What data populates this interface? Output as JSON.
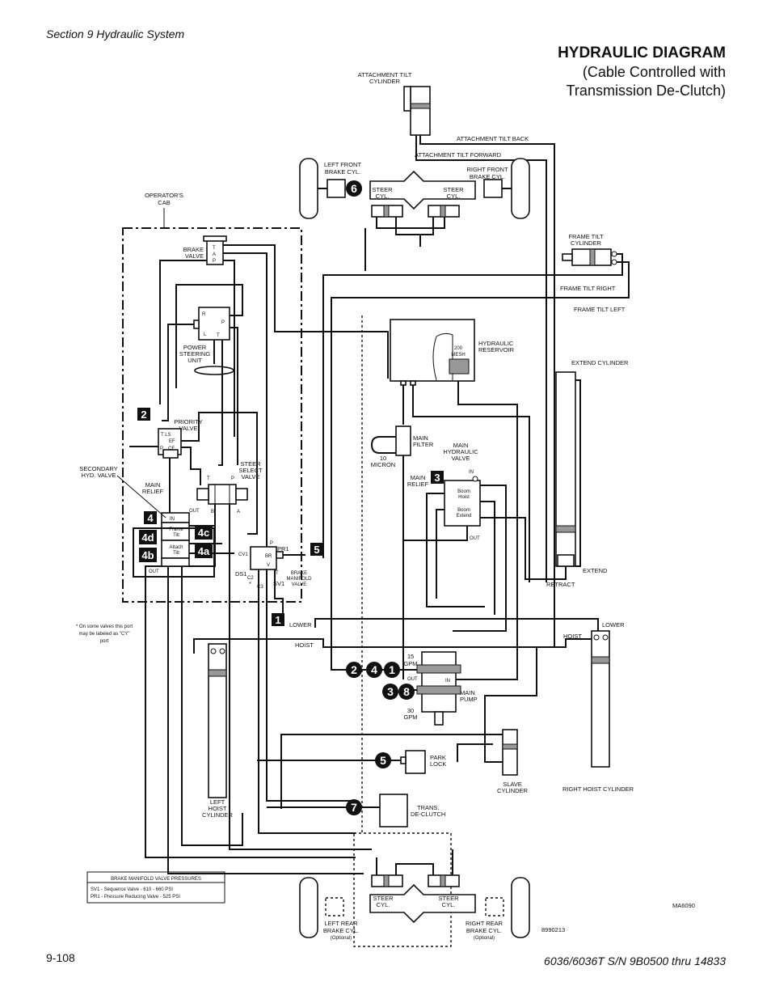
{
  "header": {
    "section": "Section 9    Hydraulic System",
    "title": "HYDRAULIC DIAGRAM",
    "subtitle_line1": "(Cable Controlled with",
    "subtitle_line2": "Transmission De-Clutch)"
  },
  "footer": {
    "page_number": "9-108",
    "model": "6036/6036T S/N 9B0500 thru 14833"
  },
  "labels": {
    "attachment_tilt_cylinder_1": "ATTACHMENT TILT",
    "attachment_tilt_cylinder_2": "CYLINDER",
    "attachment_tilt_back": "ATTACHMENT TILT BACK",
    "attachment_tilt_forward": "ATTACHMENT TILT FORWARD",
    "left_front_brake_1": "LEFT FRONT",
    "left_front_brake_2": "BRAKE CYL.",
    "right_front_brake_1": "RIGHT FRONT",
    "right_front_brake_2": "BRAKE CYL.",
    "steer_cyl_a": "STEER",
    "steer_cyl_b": "CYL.",
    "operators_cab_1": "OPERATOR'S",
    "operators_cab_2": "CAB",
    "brake_valve_1": "BRAKE",
    "brake_valve_2": "VALVE",
    "frame_tilt_cyl_1": "FRAME TILT",
    "frame_tilt_cyl_2": "CYLINDER",
    "frame_tilt_right": "FRAME TILT RIGHT",
    "frame_tilt_left": "FRAME TILT LEFT",
    "power_steering_1": "POWER",
    "power_steering_2": "STEERING",
    "power_steering_3": "UNIT",
    "hyd_reservoir_1": "HYDRAULIC",
    "hyd_reservoir_2": "RESERVOIR",
    "mesh_1": "200",
    "mesh_2": "MESH",
    "extend_cylinder": "EXTEND CYLINDER",
    "priority_valve_1": "PRIORITY",
    "priority_valve_2": "VALVE",
    "main_filter_1": "MAIN",
    "main_filter_2": "FILTER",
    "micron_1": "10",
    "micron_2": "MICRON",
    "main_hyd_valve_1": "MAIN",
    "main_hyd_valve_2": "HYDRAULIC",
    "main_hyd_valve_3": "VALVE",
    "secondary_valve_1": "SECONDARY",
    "secondary_valve_2": "HYD. VALVE",
    "steer_select_1": "STEER",
    "steer_select_2": "SELECT",
    "steer_select_3": "VALVE",
    "main_relief_1": "MAIN",
    "main_relief_2": "RELIEF",
    "in": "IN",
    "out": "OUT",
    "boom_hoist_1": "Boom",
    "boom_hoist_2": "Hoist",
    "boom_extend_1": "Boom",
    "boom_extend_2": "Extend",
    "frame_tilt_1": "Frame",
    "frame_tilt_2": "Tilt",
    "attach_tilt_1": "Attach",
    "attach_tilt_2": "Tilt",
    "pr1": "PR1",
    "cv1": "CV1",
    "ds1": "DS1",
    "sv1": "SV1",
    "br": "BR",
    "brake_manifold_1": "BRAKE",
    "brake_manifold_2": "MANIFOLD",
    "brake_manifold_3": "VALVE",
    "extend": "EXTEND",
    "retract": "RETRACT",
    "lower": "LOWER",
    "hoist": "HOIST",
    "note_1": "* On some valves this port",
    "note_2": "may be labeled as \"CY\"",
    "note_3": "port",
    "gpm15_1": "15",
    "gpm15_2": "GPM",
    "gpm30_1": "30",
    "gpm30_2": "GPM",
    "main_pump_1": "MAIN",
    "main_pump_2": "PUMP",
    "park_lock_1": "PARK",
    "park_lock_2": "LOCK",
    "slave_cyl_1": "SLAVE",
    "slave_cyl_2": "CYLINDER",
    "right_hoist_cyl": "RIGHT HOIST CYLINDER",
    "left_hoist_1": "LEFT",
    "left_hoist_2": "HOIST",
    "left_hoist_3": "CYLINDER",
    "trans_declutch_1": "TRANS.",
    "trans_declutch_2": "DE-CLUTCH",
    "left_rear_brake_1": "LEFT REAR",
    "left_rear_brake_2": "BRAKE CYL.",
    "optional": "(Optional)",
    "right_rear_brake_1": "RIGHT REAR",
    "right_rear_brake_2": "BRAKE CYL.",
    "ma_code": "MA6090",
    "doc_code": "8990213",
    "port_t": "T",
    "port_a": "A",
    "port_p": "P",
    "port_r": "R",
    "port_l": "L",
    "port_b": "B",
    "port_v": "V",
    "port_ef": "EF",
    "port_cf": "CF",
    "port_tls": "T LS",
    "port_c2": "C2",
    "port_c3": "C3",
    "star": "*"
  },
  "pressures_table": {
    "title": "BRAKE MANIFOLD VALVE PRESSURES",
    "row1": "SV1 - Sequence Valve - 610 - 660 PSI",
    "row2": "PR1 - Pressure Reducing Valve - 525 PSI"
  },
  "callouts": {
    "c1": "1",
    "c2": "2",
    "c3": "3",
    "c4": "4",
    "c4a": "4a",
    "c4b": "4b",
    "c4c": "4c",
    "c4d": "4d",
    "c5": "5",
    "c6": "6",
    "c7": "7",
    "c8": "8"
  }
}
